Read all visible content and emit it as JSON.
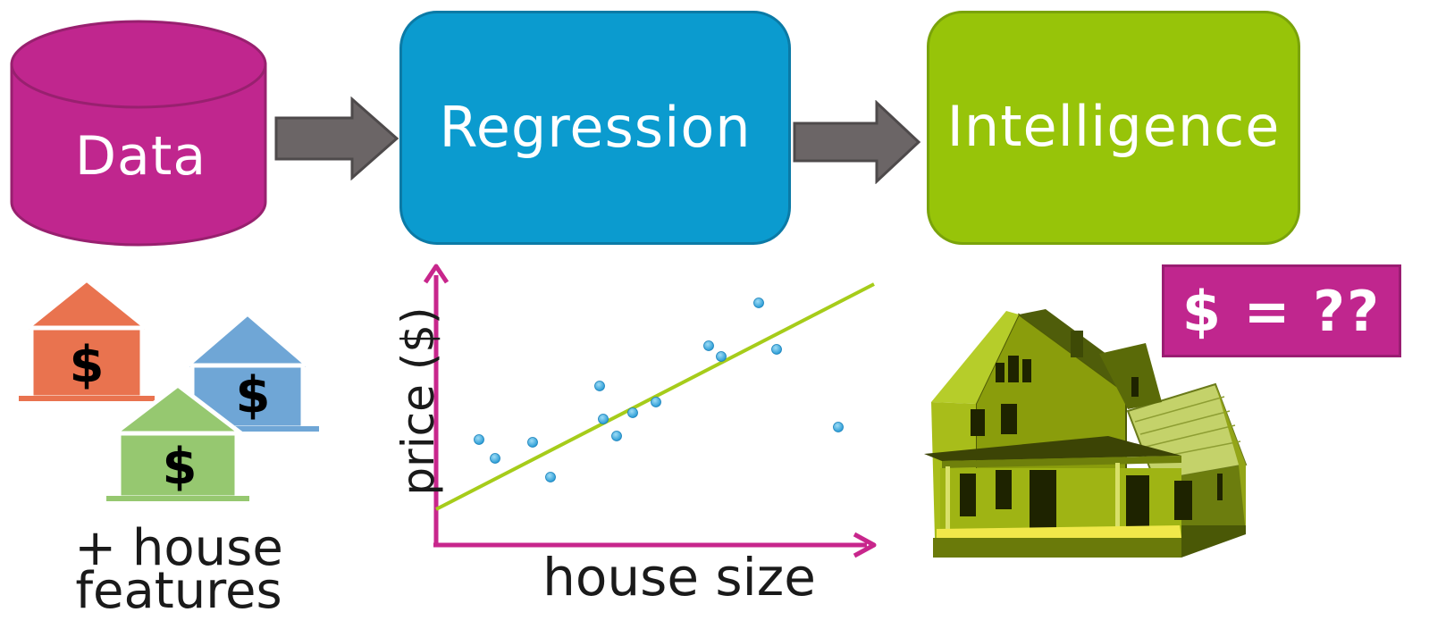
{
  "flow": {
    "data_label": "Data",
    "regression_label": "Regression",
    "intelligence_label": "Intelligence"
  },
  "houses": {
    "symbol": "$",
    "caption": "+ house\nfeatures"
  },
  "prediction": {
    "badge": "$ = ??"
  },
  "chart_data": {
    "type": "scatter",
    "xlabel": "house size",
    "ylabel": "price ($)",
    "x": [
      48,
      66,
      108,
      128,
      183,
      187,
      202,
      220,
      246,
      305,
      319,
      361,
      381,
      450
    ],
    "y": [
      98,
      77,
      95,
      56,
      158,
      121,
      102,
      128,
      140,
      203,
      191,
      251,
      199,
      112
    ],
    "fit_line": {
      "x": [
        0,
        490
      ],
      "y": [
        20,
        272
      ]
    },
    "xlim": [
      0,
      490
    ],
    "ylim": [
      0,
      300
    ]
  },
  "colors": {
    "data": "#c0268e",
    "regression": "#0b9bcf",
    "intelligence": "#97c409",
    "arrow": "#6b6566",
    "axis": "#c8268c",
    "points": "#29a8e0",
    "fit_line": "#a6cc1a"
  }
}
